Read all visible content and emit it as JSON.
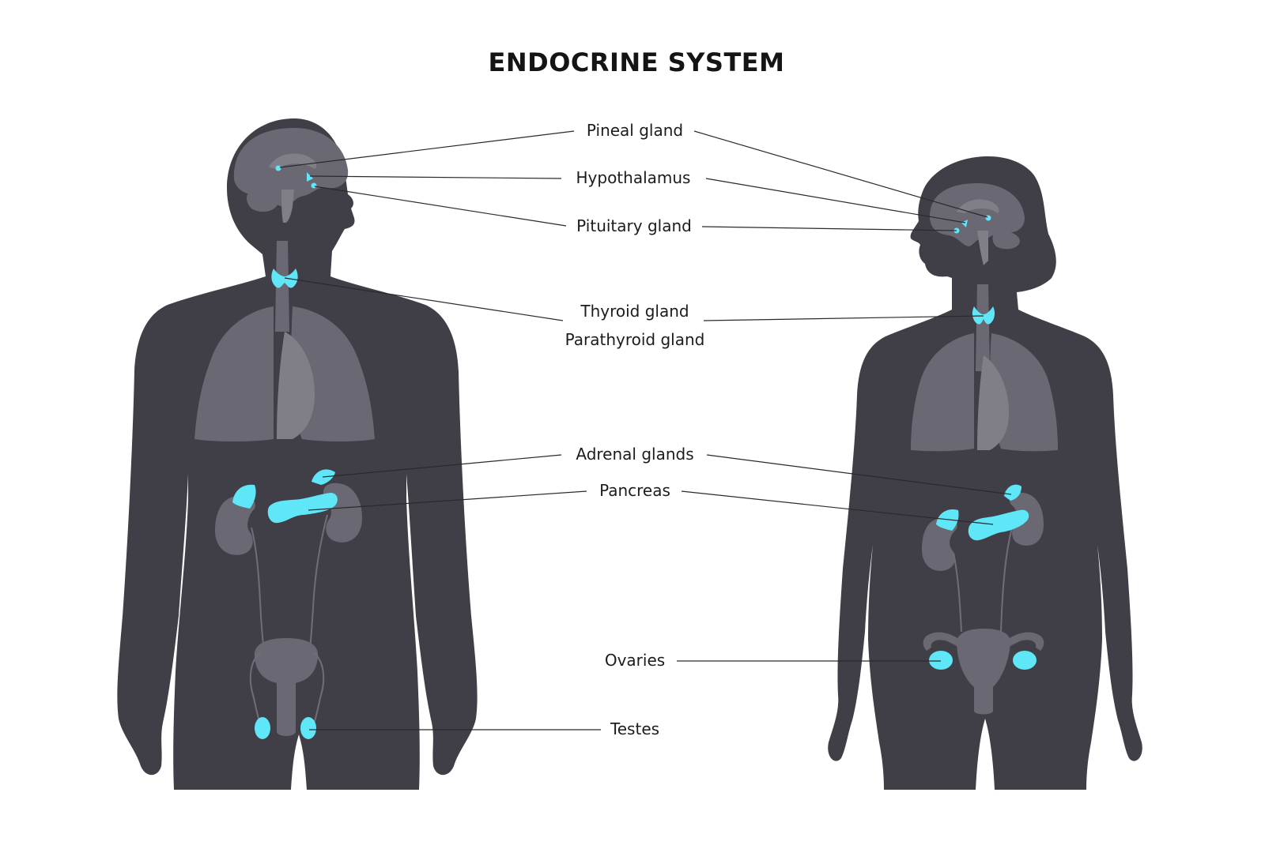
{
  "title": "ENDOCRINE SYSTEM",
  "labels": {
    "pineal": "Pineal gland",
    "hypothalamus": "Hypothalamus",
    "pituitary": "Pituitary gland",
    "thyroid": "Thyroid gland",
    "parathyroid": "Parathyroid gland",
    "adrenal": "Adrenal glands",
    "pancreas": "Pancreas",
    "ovaries": "Ovaries",
    "testes": "Testes"
  },
  "colors": {
    "silhouette": "#403f48",
    "organs": "#6a6973",
    "glands": "#5fe6f7",
    "background": "#ffffff"
  }
}
